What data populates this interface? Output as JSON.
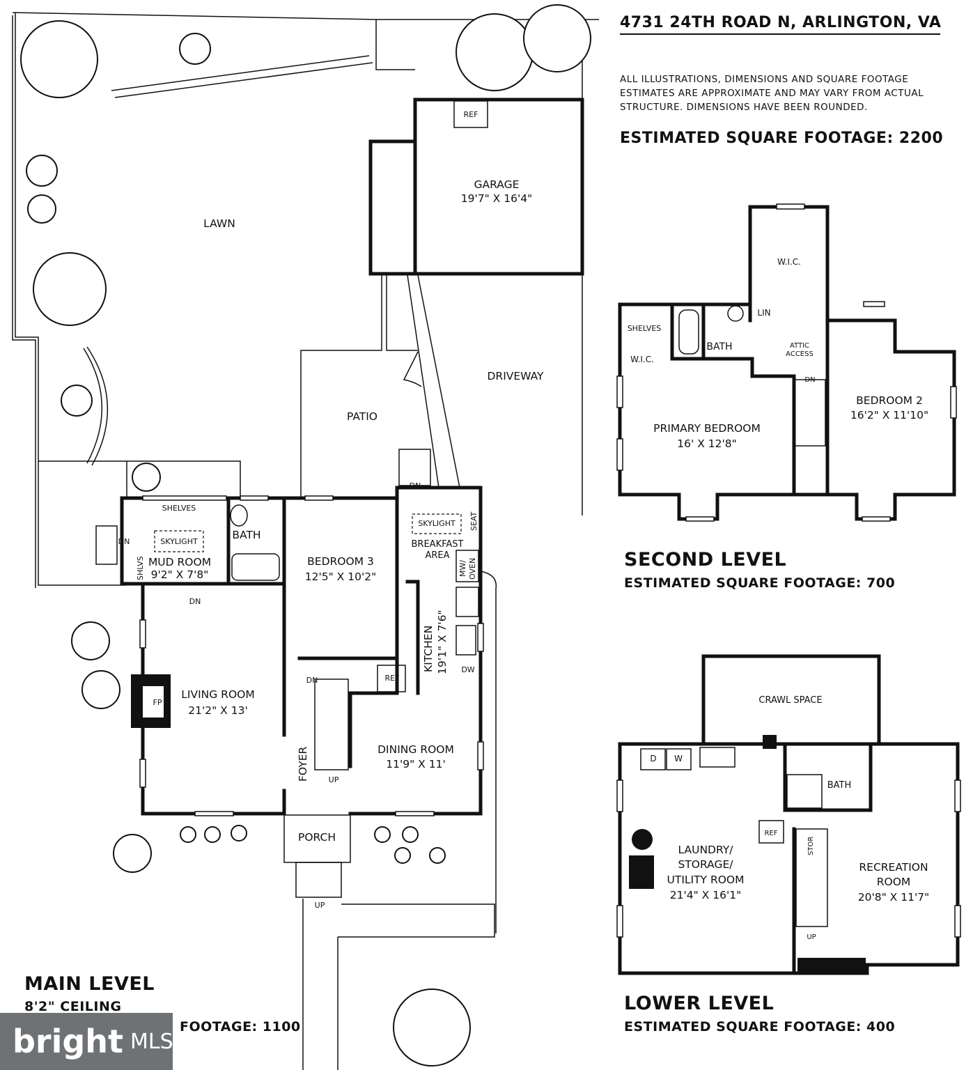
{
  "header": {
    "address": "4731 24TH ROAD N, ARLINGTON, VA",
    "disclaimer_lines": [
      "ALL ILLUSTRATIONS, DIMENSIONS AND SQUARE FOOTAGE",
      "ESTIMATES ARE APPROXIMATE AND MAY VARY FROM ACTUAL",
      "STRUCTURE. DIMENSIONS HAVE BEEN ROUNDED."
    ],
    "total_sqft": "ESTIMATED SQUARE FOOTAGE: 2200"
  },
  "main_level": {
    "title": "MAIN LEVEL",
    "ceiling": "8'2\" CEILING",
    "sqft": "FOOTAGE: 1100",
    "rooms": {
      "lawn": "LAWN",
      "garage_name": "GARAGE",
      "garage_dim": "19'7\" X 16'4\"",
      "garage_ref": "REF",
      "driveway": "DRIVEWAY",
      "patio": "PATIO",
      "shelves": "SHELVES",
      "skylight_mud": "SKYLIGHT",
      "mud_name": "MUD ROOM",
      "mud_dim": "9'2\" X 7'8\"",
      "mud_shlvs": "SHLVS",
      "mud_dn": "DN",
      "bath": "BATH",
      "bed3_name": "BEDROOM 3",
      "bed3_dim": "12'5\" X 10'2\"",
      "skylight_bkf": "SKYLIGHT",
      "breakfast_1": "BREAKFAST",
      "breakfast_2": "AREA",
      "seat": "SEAT",
      "mw_1": "MW/",
      "mw_2": "OVEN",
      "kitchen_name": "KITCHEN",
      "kitchen_dim": "19'1\" X 7'6\"",
      "dw": "DW",
      "ref": "REF",
      "living_name": "LIVING ROOM",
      "living_dim": "21'2\" X 13'",
      "fp": "FP",
      "dining_name": "DINING ROOM",
      "dining_dim": "11'9\" X 11'",
      "foyer": "FOYER",
      "porch": "PORCH",
      "up": "UP",
      "dn": "DN",
      "living_dn": "DN",
      "patio_dn": "DN",
      "walk_up": "UP"
    }
  },
  "second_level": {
    "title": "SECOND LEVEL",
    "sqft": "ESTIMATED SQUARE FOOTAGE: 700",
    "rooms": {
      "wic_top": "W.I.C.",
      "lin": "LIN",
      "shelves": "SHELVES",
      "wic": "W.I.C.",
      "bath": "BATH",
      "attic_1": "ATTIC",
      "attic_2": "ACCESS",
      "dn": "DN",
      "primary_name": "PRIMARY BEDROOM",
      "primary_dim": "16' X 12'8\"",
      "bed2_name": "BEDROOM 2",
      "bed2_dim": "16'2\" X 11'10\""
    }
  },
  "lower_level": {
    "title": "LOWER LEVEL",
    "sqft": "ESTIMATED SQUARE FOOTAGE: 400",
    "rooms": {
      "crawl": "CRAWL SPACE",
      "d": "D",
      "w": "W",
      "bath": "BATH",
      "ref": "REF",
      "stor": "STOR",
      "laundry_1": "LAUNDRY/",
      "laundry_2": "STORAGE/",
      "laundry_3": "UTILITY ROOM",
      "laundry_dim": "21'4\" X 16'1\"",
      "rec_1": "RECREATION",
      "rec_2": "ROOM",
      "rec_dim": "20'8\" X 11'7\"",
      "up": "UP"
    }
  },
  "watermark": {
    "brand": "bright",
    "suffix": "MLS"
  }
}
